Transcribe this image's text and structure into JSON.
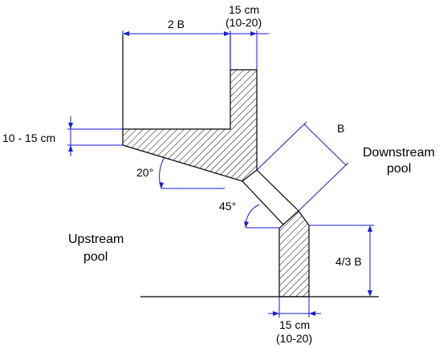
{
  "labels": {
    "top_width": "2 B",
    "top_thickness_line1": "15 cm",
    "top_thickness_line2": "(10-20)",
    "left_offset": "10 - 15 cm",
    "diag_width": "B",
    "downstream_line1": "Downstream",
    "downstream_line2": "pool",
    "angle_20": "20°",
    "angle_45": "45°",
    "upstream_line1": "Upstream",
    "upstream_line2": "pool",
    "right_height": "4/3 B",
    "bottom_thickness_line1": "15 cm",
    "bottom_thickness_line2": "(10-20)"
  },
  "colors": {
    "dimension": "#1a1ae6",
    "structure": "#000000",
    "background": "#ffffff"
  }
}
